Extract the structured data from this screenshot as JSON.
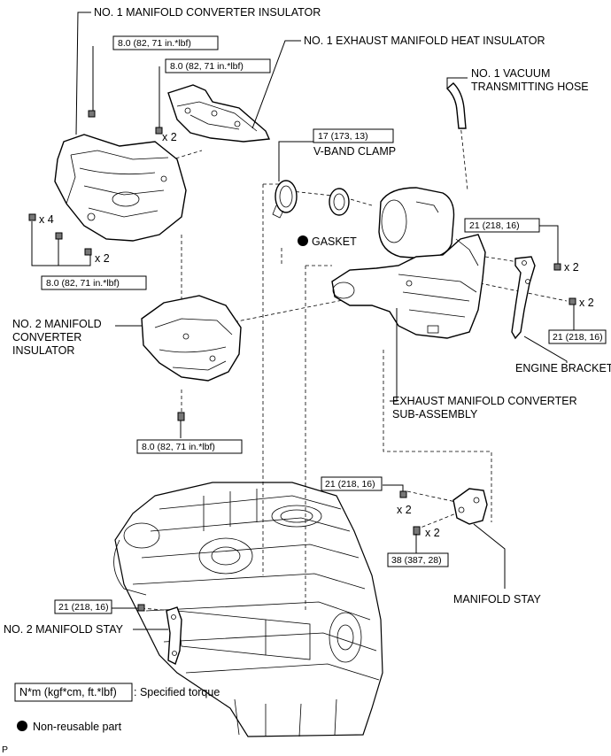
{
  "parts": {
    "manifold_converter_insulator_1": "NO. 1 MANIFOLD CONVERTER INSULATOR",
    "exhaust_manifold_heat_insulator_1": "NO. 1 EXHAUST MANIFOLD HEAT INSULATOR",
    "vacuum_hose_line1": "NO. 1 VACUUM",
    "vacuum_hose_line2": "TRANSMITTING HOSE",
    "v_band_clamp": "V-BAND CLAMP",
    "gasket": "GASKET",
    "manifold_converter_insulator_2_line1": "NO. 2 MANIFOLD",
    "manifold_converter_insulator_2_line2": "CONVERTER",
    "manifold_converter_insulator_2_line3": "INSULATOR",
    "engine_bracket": "ENGINE BRACKET",
    "exhaust_manifold_converter_line1": "EXHAUST MANIFOLD CONVERTER",
    "exhaust_manifold_converter_line2": "SUB-ASSEMBLY",
    "manifold_stay": "MANIFOLD STAY",
    "manifold_stay_2": "NO. 2 MANIFOLD STAY"
  },
  "torques": {
    "t1": "8.0 (82, 71 in.*lbf)",
    "t2": "8.0 (82, 71 in.*lbf)",
    "t3": "17 (173, 13)",
    "t4": "21 (218, 16)",
    "t5": "8.0 (82, 71 in.*lbf)",
    "t6": "21 (218, 16)",
    "t7": "8.0 (82, 71 in.*lbf)",
    "t8": "21 (218, 16)",
    "t9": "38 (387, 28)",
    "t10": "21 (218, 16)"
  },
  "quantities": {
    "q1": "x 2",
    "q2": "x 4",
    "q3": "x 2",
    "q4": "x 2",
    "q5": "x 2",
    "q6": "x 2",
    "q7": "x 2"
  },
  "legend": {
    "torque_unit": "N*m (kgf*cm, ft.*lbf)",
    "torque_desc": ": Specified torque",
    "non_reusable": "Non-reusable part"
  },
  "corner_mark": "P"
}
